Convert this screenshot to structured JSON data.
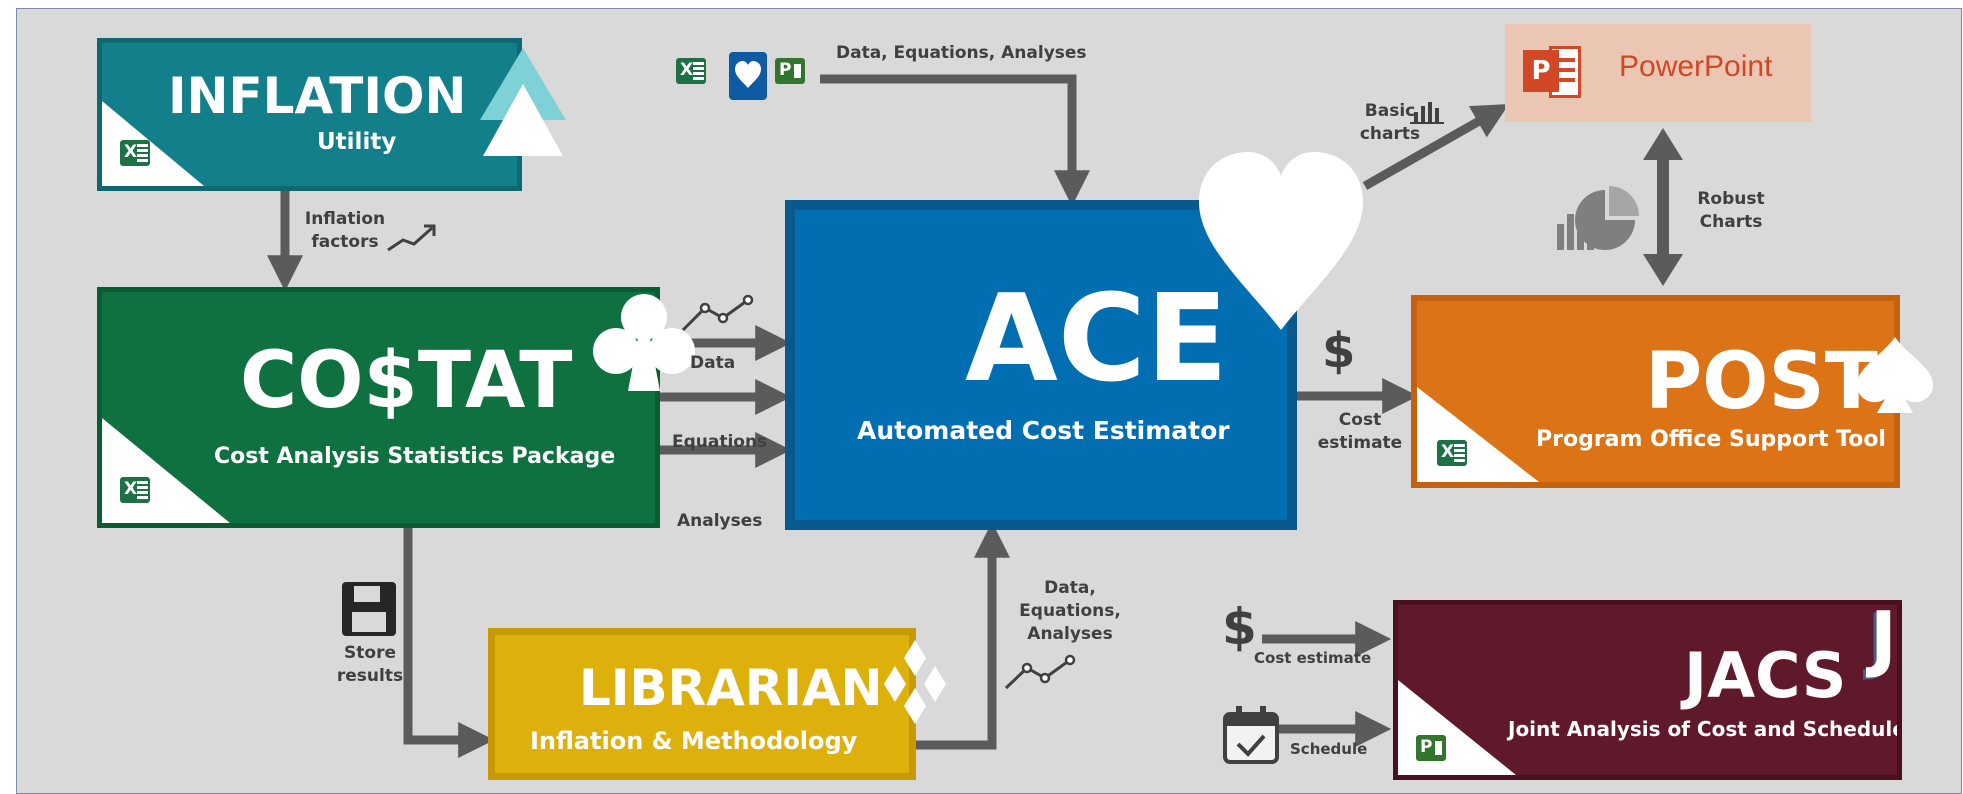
{
  "inflation": {
    "title": "INFLATION",
    "subtitle": "Utility"
  },
  "costat": {
    "title": "CO$TAT",
    "subtitle": "Cost Analysis Statistics Package"
  },
  "ace": {
    "title": "ACE",
    "subtitle": "Automated Cost Estimator"
  },
  "post": {
    "title": "POST",
    "subtitle": "Program Office Support Tool"
  },
  "librarian": {
    "title": "LIBRARIAN",
    "subtitle": "Inflation & Methodology"
  },
  "jacs": {
    "title": "JACS",
    "subtitle": "Joint Analysis of Cost and Schedule",
    "letter": "J"
  },
  "powerpoint": {
    "label": "PowerPoint",
    "badge": "P"
  },
  "labels": {
    "top_flow": "Data, Equations, Analyses",
    "inflation_factors_1": "Inflation",
    "inflation_factors_2": "factors",
    "data": "Data",
    "equations": "Equations",
    "analyses": "Analyses",
    "store_results_1": "Store",
    "store_results_2": "results",
    "lib_flow_1": "Data,",
    "lib_flow_2": "Equations,",
    "lib_flow_3": "Analyses",
    "dollar": "$",
    "cost_estimate_1": "Cost",
    "cost_estimate_2": "estimate",
    "basic_charts_1": "Basic",
    "basic_charts_2": "charts",
    "robust_charts_1": "Robust",
    "robust_charts_2": "Charts",
    "jacs_cost_estimate": "Cost estimate",
    "jacs_schedule": "Schedule"
  },
  "colors": {
    "inflation": "#137f8a",
    "costat": "#0f7140",
    "ace": "#006eb0",
    "post": "#dc7417",
    "librarian": "#deb00c",
    "jacs": "#60182b",
    "powerpoint_bg": "#ebc6b2",
    "powerpoint_accent": "#d24726",
    "arrow": "#5b5b5b",
    "background": "#d9d9d9"
  },
  "icons": [
    "excel-icon",
    "project-icon",
    "heart-suit-icon",
    "club-suit-icon",
    "spade-suit-icon",
    "diamond-suit-icon",
    "triangle-logo-icon",
    "trend-line-icon",
    "bar-chart-icon",
    "pie-chart-icon",
    "floppy-disk-icon",
    "calendar-check-icon",
    "dollar-icon"
  ]
}
